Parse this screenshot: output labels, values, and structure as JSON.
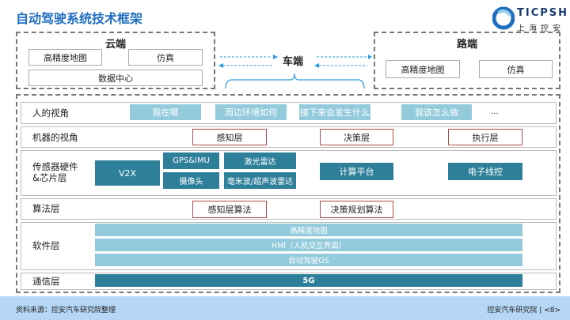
{
  "title": "自动驾驶系统技术框架",
  "logo": {
    "en": "TICPSH",
    "cn": "上海控安"
  },
  "cloud": {
    "title": "云端",
    "items": [
      "高精度地图",
      "仿真",
      "数据中心"
    ]
  },
  "vehicle": {
    "title": "车端"
  },
  "road": {
    "title": "路端",
    "items": [
      "高精度地图",
      "仿真"
    ]
  },
  "layers": {
    "human": {
      "label": "人的视角",
      "items": [
        "我在哪",
        "周边环境如何",
        "接下来会发生什么",
        "我该怎么做"
      ],
      "more": "..."
    },
    "machine": {
      "label": "机器的视角",
      "items": [
        "感知层",
        "决策层",
        "执行层"
      ]
    },
    "hardware": {
      "label": "传感器硬件&芯片层",
      "items": [
        "V2X",
        "GPS&IMU",
        "激光雷达",
        "摄像头",
        "毫米波/超声波雷达",
        "计算平台",
        "电子线控"
      ]
    },
    "algorithm": {
      "label": "算法层",
      "items": [
        "感知层算法",
        "决策规划算法"
      ]
    },
    "software": {
      "label": "软件层",
      "items": [
        "高精度地图",
        "HMI（人机交互界面）",
        "自动驾驶OS"
      ]
    },
    "comm": {
      "label": "通信层",
      "items": [
        "5G"
      ]
    }
  },
  "footer": {
    "source": "资料来源：控安汽车研究院整理",
    "org": "控安汽车研究院",
    "page": "<8>"
  }
}
